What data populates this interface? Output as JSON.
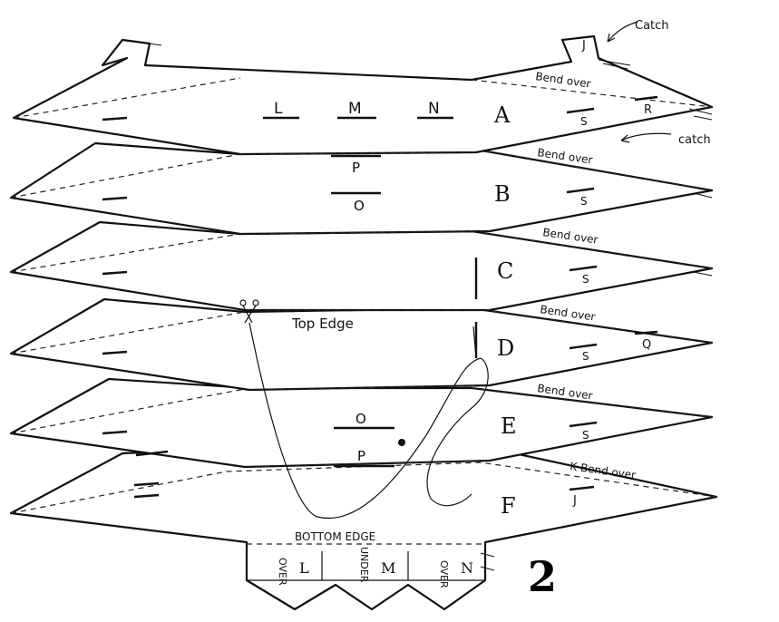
{
  "figure_number": "2",
  "callouts": {
    "catch_top": "Catch",
    "catch_second": "catch"
  },
  "panels": [
    {
      "id": "A",
      "label": "A",
      "bend": "Bend over",
      "right_marks": [
        "S",
        "R"
      ]
    },
    {
      "id": "B",
      "label": "B",
      "bend": "Bend over",
      "right_marks": [
        "S"
      ]
    },
    {
      "id": "C",
      "label": "C",
      "bend": "Bend over",
      "right_marks": [
        "S"
      ]
    },
    {
      "id": "D",
      "label": "D",
      "bend": "Bend over",
      "right_marks": [
        "S",
        "Q"
      ]
    },
    {
      "id": "E",
      "label": "E",
      "bend": "Bend over",
      "right_marks": [
        "S"
      ]
    },
    {
      "id": "F",
      "label": "F",
      "bend": "K Bend over",
      "right_marks": [
        "J"
      ]
    }
  ],
  "top_tab_letter": "J",
  "panel_a_marks": [
    "L",
    "M",
    "N"
  ],
  "panel_b_marks": [
    "P",
    "O"
  ],
  "panel_e_marks": [
    "O",
    "P"
  ],
  "top_edge_label": "Top Edge",
  "bottom_edge_label": "BOTTOM EDGE",
  "bottom_flaps": [
    {
      "direction": "OVER",
      "letter": "L"
    },
    {
      "direction": "UNDER",
      "letter": "M"
    },
    {
      "direction": "OVER",
      "letter": "N"
    }
  ]
}
